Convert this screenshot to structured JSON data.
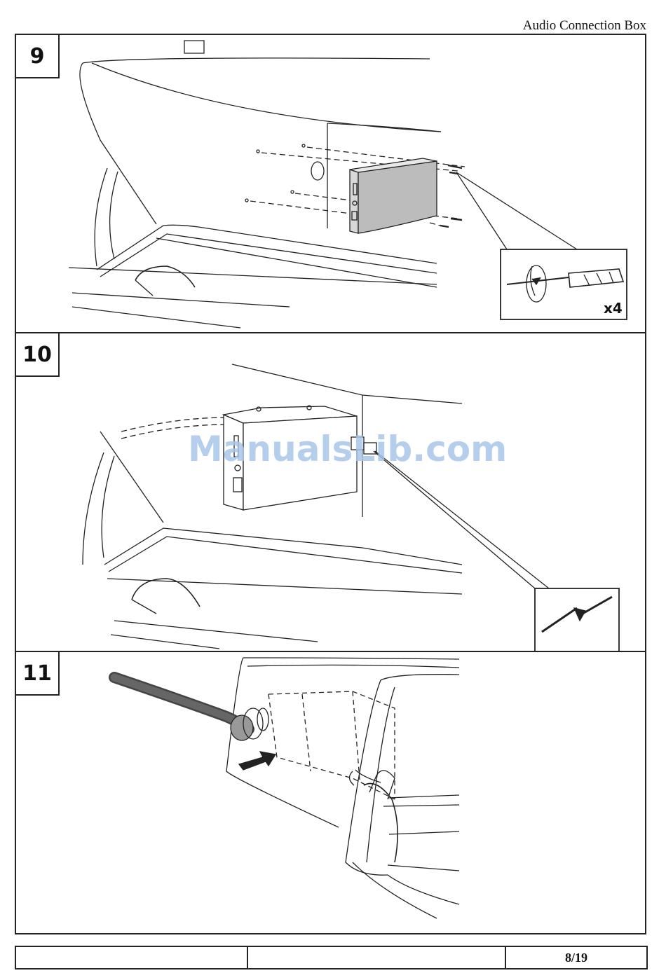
{
  "header": {
    "title": "Audio Connection Box"
  },
  "steps": [
    {
      "number": "9",
      "multiplier": "x4"
    },
    {
      "number": "10"
    },
    {
      "number": "11"
    }
  ],
  "watermark": "ManualsLib.com",
  "footer": {
    "cell1": "",
    "cell2": "",
    "page": "8/19"
  }
}
